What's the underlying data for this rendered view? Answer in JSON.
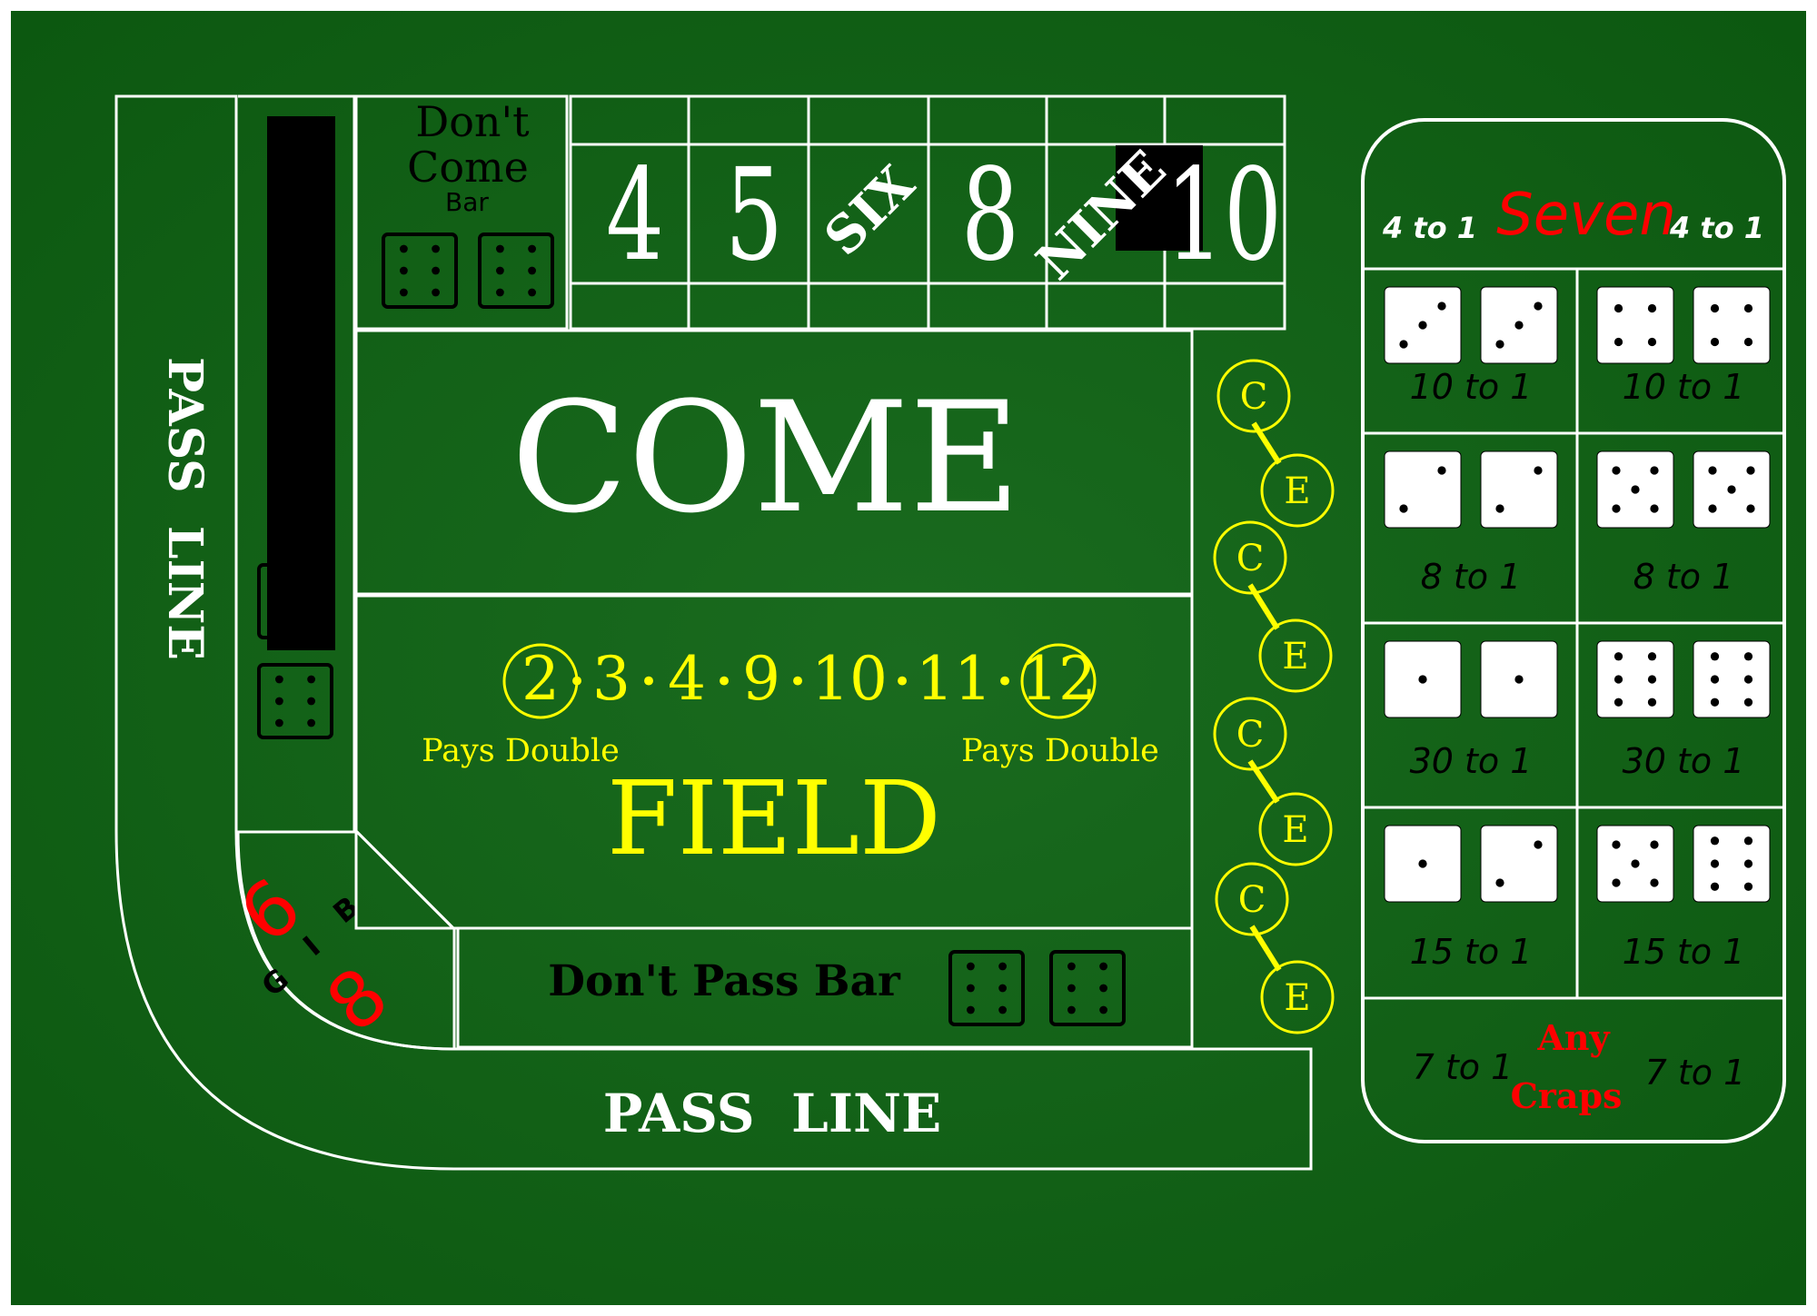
{
  "colors": {
    "felt_center": "#1a6b1f",
    "felt_edge": "#0c5810",
    "line": "#ffffff",
    "field": "#ffff00",
    "red": "#ff0000",
    "black": "#000000",
    "die_white": "#ffffff"
  },
  "pass_line": {
    "vertical_label": "PASS  LINE",
    "bottom_label": "PASS  LINE"
  },
  "dont_come": {
    "line1": "Don't",
    "line2": "Come",
    "line3": "Bar"
  },
  "place_numbers": [
    "4",
    "5",
    "SIX",
    "8",
    "NINE",
    "10"
  ],
  "come": {
    "label": "COME"
  },
  "field": {
    "label": "FIELD",
    "numbers": [
      "2",
      "3",
      "4",
      "9",
      "10",
      "11",
      "12"
    ],
    "dot": "•",
    "pays_double_left": "Pays Double",
    "pays_double_right": "Pays Double"
  },
  "big68": {
    "six": "6",
    "eight": "8",
    "b": "B",
    "i": "I",
    "g": "G"
  },
  "dont_pass_bar": {
    "label": "Don't Pass Bar"
  },
  "ce": {
    "c": "C",
    "e": "E"
  },
  "proposition": {
    "seven": "Seven",
    "seven_left_odds": "4 to 1",
    "seven_right_odds": "4 to 1",
    "hardways": [
      {
        "dice": [
          3,
          3
        ],
        "odds": "10 to 1"
      },
      {
        "dice": [
          4,
          4
        ],
        "odds": "10 to 1"
      },
      {
        "dice": [
          2,
          2
        ],
        "odds": "8 to 1"
      },
      {
        "dice": [
          5,
          5
        ],
        "odds": "8 to 1"
      },
      {
        "dice": [
          1,
          1
        ],
        "odds": "30 to 1"
      },
      {
        "dice": [
          6,
          6
        ],
        "odds": "30 to 1"
      },
      {
        "dice": [
          1,
          2
        ],
        "odds": "15 to 1"
      },
      {
        "dice": [
          5,
          6
        ],
        "odds": "15 to 1"
      }
    ],
    "any_craps_line1": "Any",
    "any_craps_line2": "Craps",
    "any_craps_left_odds": "7 to 1",
    "any_craps_right_odds": "7 to 1"
  }
}
